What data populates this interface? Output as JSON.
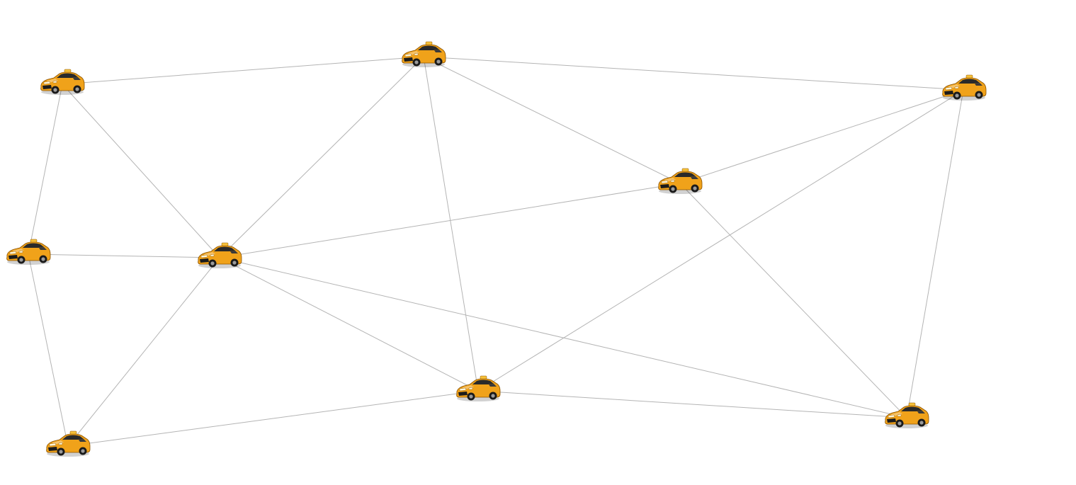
{
  "diagram": {
    "node_icon": "taxi-car-icon",
    "edge_color": "#b4b4b4",
    "car_color": "#f0a21a",
    "nodes": [
      {
        "id": "car-1"
      },
      {
        "id": "car-2"
      },
      {
        "id": "car-3"
      },
      {
        "id": "car-4"
      },
      {
        "id": "car-5"
      },
      {
        "id": "car-6"
      },
      {
        "id": "car-7"
      },
      {
        "id": "car-8"
      },
      {
        "id": "car-9"
      },
      {
        "id": "car-10"
      }
    ],
    "edges": [
      [
        "car-1",
        "car-2"
      ],
      [
        "car-1",
        "car-4"
      ],
      [
        "car-1",
        "car-5"
      ],
      [
        "car-2",
        "car-3"
      ],
      [
        "car-2",
        "car-5"
      ],
      [
        "car-2",
        "car-6"
      ],
      [
        "car-2",
        "car-8"
      ],
      [
        "car-3",
        "car-6"
      ],
      [
        "car-3",
        "car-8"
      ],
      [
        "car-3",
        "car-10"
      ],
      [
        "car-4",
        "car-5"
      ],
      [
        "car-4",
        "car-7"
      ],
      [
        "car-5",
        "car-6"
      ],
      [
        "car-5",
        "car-7"
      ],
      [
        "car-5",
        "car-8"
      ],
      [
        "car-5",
        "car-9"
      ],
      [
        "car-6",
        "car-9"
      ],
      [
        "car-7",
        "car-8"
      ],
      [
        "car-8",
        "car-9"
      ],
      [
        "car-9",
        "car-10"
      ]
    ]
  }
}
